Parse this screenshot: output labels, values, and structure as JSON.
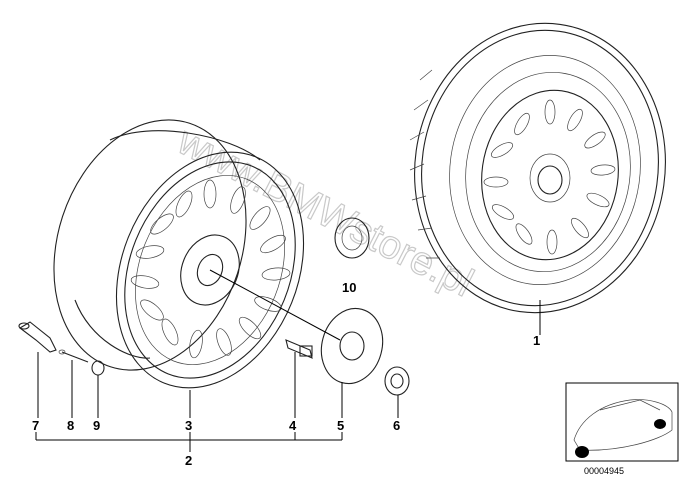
{
  "callouts": {
    "c1": "1",
    "c2": "2",
    "c3": "3",
    "c4": "4",
    "c5": "5",
    "c6": "6",
    "c7": "7",
    "c8": "8",
    "c9": "9",
    "c10": "10"
  },
  "watermark": "www.BMWstore.pl",
  "diagram_code": "00004945",
  "colors": {
    "line": "#000000",
    "watermark": "#c9c9c9",
    "background": "#ffffff"
  }
}
